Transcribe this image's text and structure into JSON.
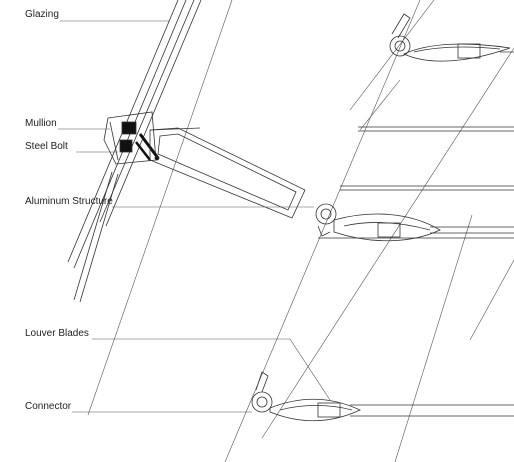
{
  "labels": {
    "glazing": "Glazing",
    "mullion": "Mullion",
    "steel_bolt": "Steel Bolt",
    "aluminum_structure": "Aluminum Structure",
    "louver_blades": "Louver Blades",
    "connector": "Connector"
  },
  "colors": {
    "line": "#333333",
    "thin_line": "#555555",
    "fill_dark": "#111111",
    "background": "#ffffff"
  }
}
